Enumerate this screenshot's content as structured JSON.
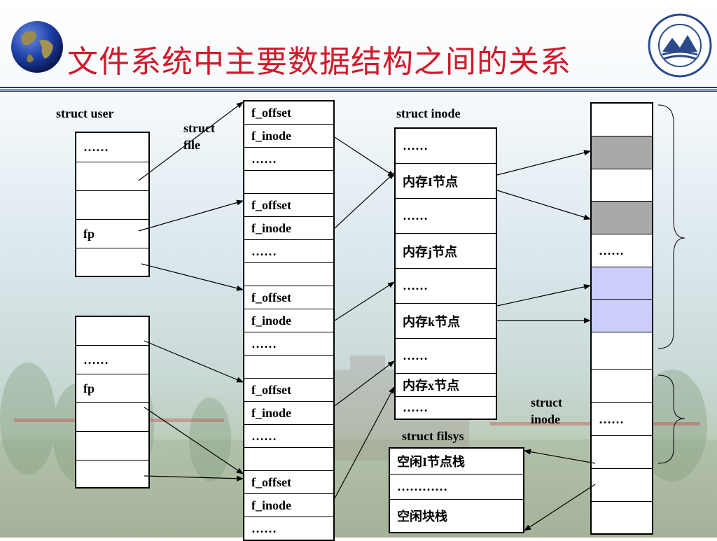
{
  "title": "文件系统中主要数据结构之间的关系",
  "labels": {
    "struct_user": "struct user",
    "struct_file_1": "struct",
    "struct_file_2": "file",
    "struct_inode": "struct inode",
    "struct_filsys": "struct filsys",
    "struct_inode_disk_1": "struct",
    "struct_inode_disk_2": "inode"
  },
  "user1": [
    "……",
    "",
    "",
    "fp",
    ""
  ],
  "user2": [
    "",
    "……",
    "fp",
    "",
    "",
    ""
  ],
  "file_table": [
    "f_offset",
    "f_inode",
    "……",
    "",
    "f_offset",
    "f_inode",
    "……",
    "",
    "f_offset",
    "f_inode",
    "……",
    "",
    "f_offset",
    "f_inode",
    "……",
    "",
    "f_offset",
    "f_inode",
    "……"
  ],
  "inode_table": [
    "……",
    "内存I节点",
    "……",
    "内存j节点",
    "……",
    "内存k节点",
    "……",
    "内存x节点",
    "……"
  ],
  "filsys": [
    "空闲I节点栈",
    "…………",
    "空闲块栈"
  ],
  "disk": [
    "",
    "",
    "",
    "",
    "……",
    "",
    "",
    "",
    "",
    "……",
    "",
    "",
    ""
  ],
  "colors": {
    "title": "#d01a2a",
    "gray_cell": "#a9a9a9",
    "lavender_cell": "#cccdfb"
  }
}
